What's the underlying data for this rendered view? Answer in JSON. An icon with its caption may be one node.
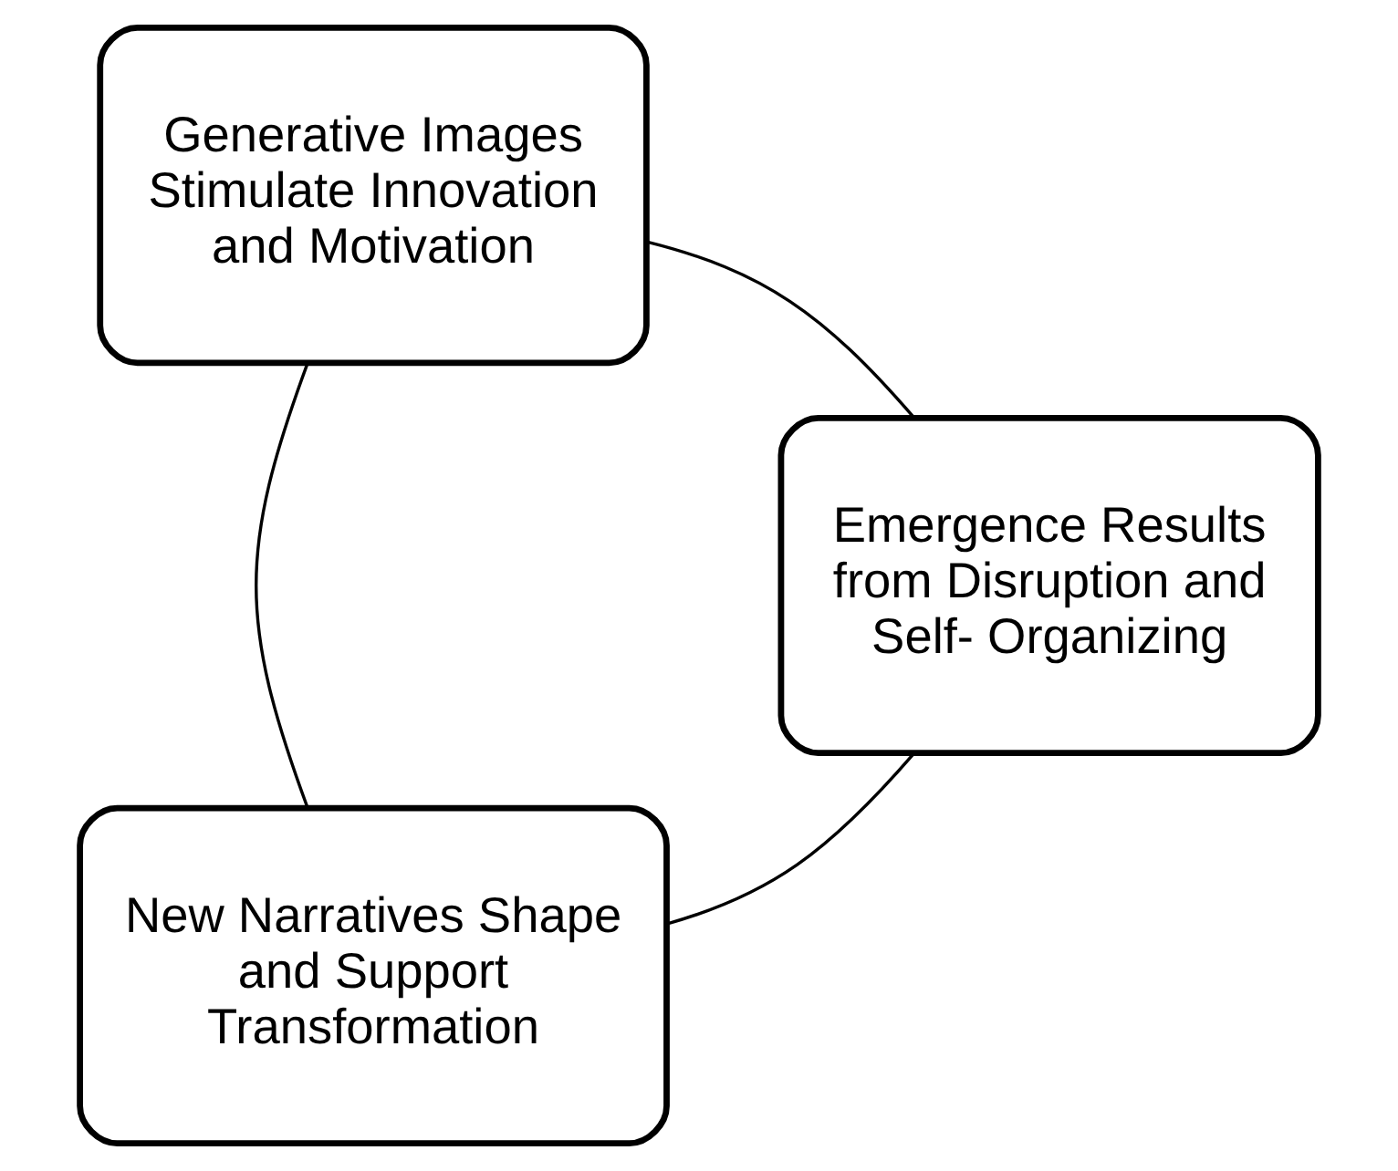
{
  "diagram": {
    "nodes": [
      {
        "text": [
          "New Narratives Shape and Support Transformation"
        ]
      },
      {
        "text": [
          "Generative Images Stimulate Innovation and Motivation"
        ]
      },
      {
        "text": [
          "Emergence Results from Disruption and Self- Organizing"
        ]
      }
    ],
    "edges": [
      {
        "from": 0,
        "to": 1,
        "arrow": "none"
      },
      {
        "from": 1,
        "to": 2,
        "arrow": "none"
      },
      {
        "from": 2,
        "to": 0,
        "arrow": "none"
      }
    ]
  }
}
